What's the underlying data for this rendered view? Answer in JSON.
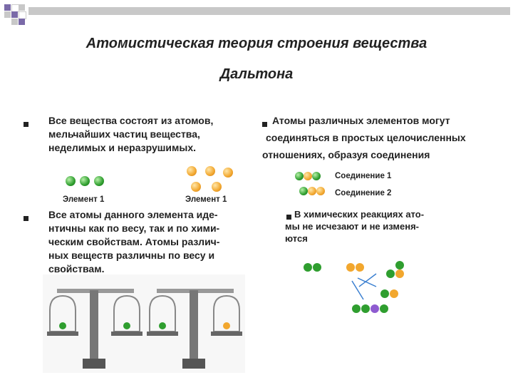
{
  "title_line1": "Атомистическая теория строения вещества",
  "title_line2": "Дальтона",
  "postulates": {
    "p1": [
      "Все вещества состоят из атомов,",
      "мельчайших частиц вещества,",
      "неделимых и неразрушимых."
    ],
    "p2": [
      "Атомы различных элементов могут",
      "соединяться в простых целочисленных",
      "отношениях, образуя соединения"
    ],
    "p3": [
      "Все атомы данного элемента иде-",
      "нтичны как по весу, так и по хими-",
      "ческим свойствам. Атомы различ-",
      "ных веществ различны по весу и",
      "свойствам."
    ],
    "p4": [
      "В химических реакциях ато-",
      "мы не исчезают и не изменя-",
      "ются"
    ]
  },
  "labels": {
    "element_left": "Элемент 1",
    "element_right": "Элемент 1",
    "compound1": "Соединение 1",
    "compound2": "Соединение 2"
  },
  "colors": {
    "green": "#2f9e2f",
    "orange": "#f2a72e",
    "purple": "#8e5bd0",
    "blue_arrow": "#3a7fd0",
    "band": "#c8c8c8"
  }
}
